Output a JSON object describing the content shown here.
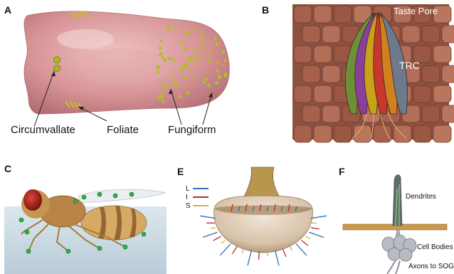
{
  "panels": {
    "a": {
      "letter": "A",
      "labels": {
        "circumvallate": "Circumvallate",
        "foliate": "Foliate",
        "fungiform": "Fungiform"
      }
    },
    "b": {
      "letter": "B",
      "labels": {
        "taste_pore": "Taste Pore",
        "trc": "TRC"
      }
    },
    "c": {
      "letter": "C"
    },
    "e": {
      "letter": "E",
      "legend": [
        {
          "label": "L",
          "color": "#2f6fb8"
        },
        {
          "label": "I",
          "color": "#c0282a"
        },
        {
          "label": "S",
          "color": "#c9b34a"
        }
      ]
    },
    "f": {
      "letter": "F",
      "labels": {
        "dendrites": "Dendrites",
        "cell_bodies": "Cell Bodies",
        "axons": "Axons to SOG"
      }
    }
  },
  "colors": {
    "tongue": "#d79496",
    "papillae": "#b8bf2e",
    "trc_cells": [
      "#6e8f3a",
      "#8a3f9a",
      "#c9a21c",
      "#c7372c",
      "#d0801f",
      "#6c7a8c"
    ],
    "fly_marker": "#2db34a",
    "cell_tissue": "#8c5140"
  }
}
